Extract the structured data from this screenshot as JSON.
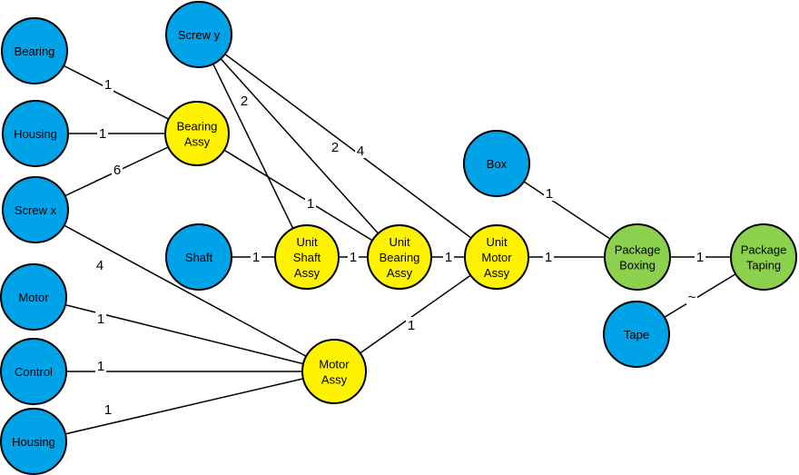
{
  "colors": {
    "part": "#00A2E8",
    "assembly": "#FFF200",
    "packaging": "#8CD14E",
    "stroke": "#000000"
  },
  "nodes": [
    {
      "id": "bearing",
      "type": "part",
      "lines": [
        "Bearing"
      ]
    },
    {
      "id": "housing1",
      "type": "part",
      "lines": [
        "Housing"
      ]
    },
    {
      "id": "screw_x",
      "type": "part",
      "lines": [
        "Screw x"
      ]
    },
    {
      "id": "motor",
      "type": "part",
      "lines": [
        "Motor"
      ]
    },
    {
      "id": "control",
      "type": "part",
      "lines": [
        "Control"
      ]
    },
    {
      "id": "housing2",
      "type": "part",
      "lines": [
        "Housing"
      ]
    },
    {
      "id": "screw_y",
      "type": "part",
      "lines": [
        "Screw y"
      ]
    },
    {
      "id": "bearing_assy",
      "type": "assembly",
      "lines": [
        "Bearing",
        "Assy"
      ]
    },
    {
      "id": "shaft",
      "type": "part",
      "lines": [
        "Shaft"
      ]
    },
    {
      "id": "unit_shaft_assy",
      "type": "assembly",
      "lines": [
        "Unit",
        "Shaft",
        "Assy"
      ]
    },
    {
      "id": "unit_bearing_assy",
      "type": "assembly",
      "lines": [
        "Unit",
        "Bearing",
        "Assy"
      ]
    },
    {
      "id": "motor_assy",
      "type": "assembly",
      "lines": [
        "Motor",
        "Assy"
      ]
    },
    {
      "id": "unit_motor_assy",
      "type": "assembly",
      "lines": [
        "Unit",
        "Motor",
        "Assy"
      ]
    },
    {
      "id": "box",
      "type": "part",
      "lines": [
        "Box"
      ]
    },
    {
      "id": "package_boxing",
      "type": "packaging",
      "lines": [
        "Package",
        "Boxing"
      ]
    },
    {
      "id": "tape",
      "type": "part",
      "lines": [
        "Tape"
      ]
    },
    {
      "id": "package_taping",
      "type": "packaging",
      "lines": [
        "Package",
        "Taping"
      ]
    }
  ],
  "edges": [
    {
      "from": "bearing",
      "to": "bearing_assy",
      "label": "1"
    },
    {
      "from": "housing1",
      "to": "bearing_assy",
      "label": "1"
    },
    {
      "from": "screw_x",
      "to": "bearing_assy",
      "label": "6"
    },
    {
      "from": "screw_x",
      "to": "motor_assy",
      "label": "4"
    },
    {
      "from": "motor",
      "to": "motor_assy",
      "label": "1"
    },
    {
      "from": "control",
      "to": "motor_assy",
      "label": "1"
    },
    {
      "from": "housing2",
      "to": "motor_assy",
      "label": "1"
    },
    {
      "from": "screw_y",
      "to": "unit_shaft_assy",
      "label": "2"
    },
    {
      "from": "screw_y",
      "to": "unit_bearing_assy",
      "label": "2"
    },
    {
      "from": "screw_y",
      "to": "unit_motor_assy",
      "label": "4"
    },
    {
      "from": "bearing_assy",
      "to": "unit_bearing_assy",
      "label": "1"
    },
    {
      "from": "shaft",
      "to": "unit_shaft_assy",
      "label": "1"
    },
    {
      "from": "unit_shaft_assy",
      "to": "unit_bearing_assy",
      "label": "1"
    },
    {
      "from": "unit_bearing_assy",
      "to": "unit_motor_assy",
      "label": "1"
    },
    {
      "from": "motor_assy",
      "to": "unit_motor_assy",
      "label": "1"
    },
    {
      "from": "unit_motor_assy",
      "to": "package_boxing",
      "label": "1"
    },
    {
      "from": "box",
      "to": "package_boxing",
      "label": "1"
    },
    {
      "from": "package_boxing",
      "to": "package_taping",
      "label": "1"
    },
    {
      "from": "tape",
      "to": "package_taping",
      "label": "~"
    }
  ]
}
